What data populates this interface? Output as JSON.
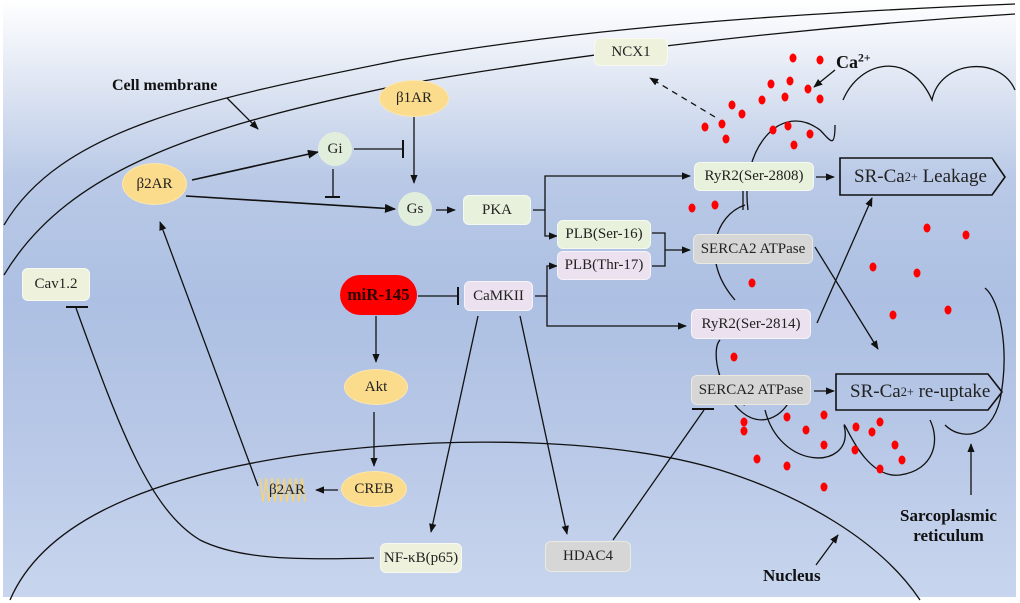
{
  "figure": {
    "type": "signaling pathway diagram",
    "labels": {
      "cell_membrane": "Cell membrane",
      "calcium": "Ca",
      "calcium_charge": "2+",
      "sarcoplasmic_reticulum_line1": "Sarcoplasmic",
      "sarcoplasmic_reticulum_line2": "reticulum",
      "nucleus": "Nucleus"
    },
    "nodes": {
      "b1ar": "β1AR",
      "b2ar": "β2AR",
      "gi": "Gi",
      "gs": "Gs",
      "pka": "PKA",
      "ncx1": "NCX1",
      "cav12": "Cav1.2",
      "mir145": "miR-145",
      "camkii": "CaMKII",
      "akt": "Akt",
      "creb": "CREB",
      "b2ar_gene": "β2AR",
      "nfkb": "NF-κB(p65)",
      "hdac4": "HDAC4",
      "plb_ser16": "PLB(Ser-16)",
      "plb_thr17": "PLB(Thr-17)",
      "ryr2_2808": "RyR2(Ser-2808)",
      "ryr2_2814": "RyR2(Ser-2814)",
      "serca2_a": "SERCA2 ATPase",
      "serca2_b": "SERCA2 ATPase"
    },
    "outcomes": {
      "leakage_prefix": "SR-Ca",
      "leakage_charge": "2+",
      "leakage_suffix": " Leakage",
      "reuptake_prefix": "SR-Ca",
      "reuptake_charge": "2+",
      "reuptake_suffix": " re-uptake"
    },
    "edges": [
      {
        "from": "β2AR",
        "to": "Gi",
        "type": "activation"
      },
      {
        "from": "β2AR",
        "to": "Gs",
        "type": "activation"
      },
      {
        "from": "Gi",
        "to": "Gs",
        "type": "inhibition"
      },
      {
        "from": "β1AR",
        "to": "Gs",
        "type": "activation"
      },
      {
        "from": "Gi",
        "to": "β1AR→Gs",
        "type": "inhibition"
      },
      {
        "from": "Gs",
        "to": "PKA",
        "type": "activation"
      },
      {
        "from": "PKA",
        "to": "RyR2(Ser-2808)",
        "type": "activation"
      },
      {
        "from": "PKA",
        "to": "PLB(Ser-16)",
        "type": "activation"
      },
      {
        "from": "miR-145",
        "to": "CaMKII",
        "type": "inhibition"
      },
      {
        "from": "miR-145",
        "to": "Akt",
        "type": "activation"
      },
      {
        "from": "Akt",
        "to": "CREB",
        "type": "activation"
      },
      {
        "from": "CREB",
        "to": "β2AR gene",
        "type": "activation"
      },
      {
        "from": "β2AR gene",
        "to": "β2AR",
        "type": "activation"
      },
      {
        "from": "CaMKII",
        "to": "PLB(Thr-17)",
        "type": "activation"
      },
      {
        "from": "CaMKII",
        "to": "RyR2(Ser-2814)",
        "type": "activation"
      },
      {
        "from": "CaMKII",
        "to": "NF-κB(p65)",
        "type": "activation"
      },
      {
        "from": "CaMKII",
        "to": "HDAC4",
        "type": "activation"
      },
      {
        "from": "NF-κB(p65)",
        "to": "Cav1.2",
        "type": "inhibition"
      },
      {
        "from": "HDAC4",
        "to": "SERCA2 ATPase",
        "type": "inhibition"
      },
      {
        "from": "PLB",
        "to": "SERCA2 ATPase",
        "type": "activation"
      },
      {
        "from": "RyR2(Ser-2808)",
        "to": "SR-Ca2+ Leakage",
        "type": "activation"
      },
      {
        "from": "RyR2(Ser-2814)",
        "to": "SR-Ca2+ Leakage",
        "type": "activation"
      },
      {
        "from": "SERCA2 ATPase",
        "to": "SR-Ca2+ re-uptake",
        "type": "activation"
      },
      {
        "from": "SERCA2 ATPase (lower)",
        "to": "SR-Ca2+ re-uptake",
        "type": "activation"
      },
      {
        "from": "Ca2+ cluster",
        "to": "NCX1",
        "type": "dashed"
      }
    ],
    "colors": {
      "mir145": "#ff0000",
      "receptor": "#fbdc8c",
      "g_protein": "#e2eedc",
      "pka_path": "#e8f1dc",
      "camkii_path": "#ece1ee",
      "serca": "#d6d6d6",
      "calcium_dot": "#ff0000"
    }
  }
}
